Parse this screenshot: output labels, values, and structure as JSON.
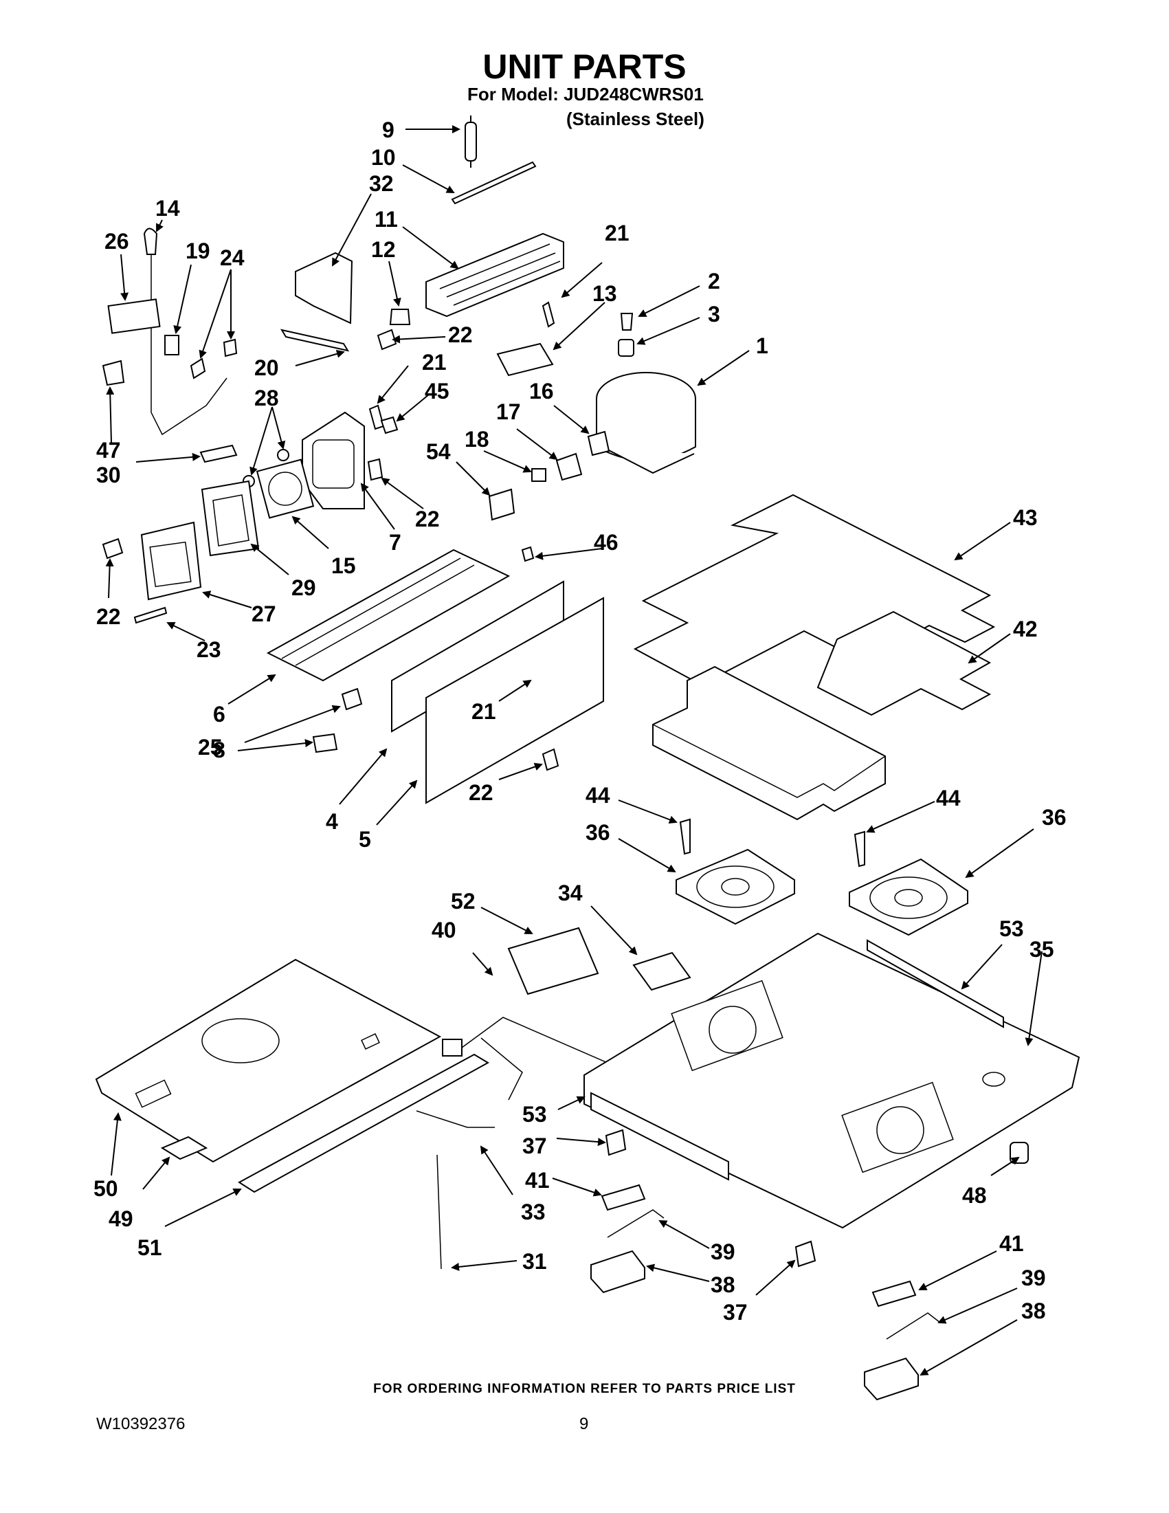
{
  "header": {
    "title": "UNIT PARTS",
    "subtitle": "For Model: JUD248CWRS01",
    "subtitle_2": "(Stainless Steel)"
  },
  "footer": {
    "ordering_note": "FOR ORDERING INFORMATION REFER TO PARTS PRICE LIST",
    "document_number": "W10392376",
    "page_number": "9"
  },
  "callouts": [
    "9",
    "10",
    "32",
    "11",
    "14",
    "26",
    "19",
    "24",
    "12",
    "21",
    "2",
    "13",
    "3",
    "22",
    "20",
    "1",
    "21",
    "45",
    "28",
    "16",
    "47",
    "30",
    "17",
    "18",
    "54",
    "22",
    "15",
    "7",
    "29",
    "43",
    "46",
    "22",
    "27",
    "23",
    "42",
    "6",
    "25",
    "21",
    "8",
    "22",
    "4",
    "5",
    "44",
    "44",
    "36",
    "36",
    "52",
    "34",
    "40",
    "53",
    "35",
    "53",
    "37",
    "50",
    "49",
    "51",
    "41",
    "33",
    "48",
    "39",
    "31",
    "38",
    "41",
    "39",
    "37",
    "38"
  ]
}
